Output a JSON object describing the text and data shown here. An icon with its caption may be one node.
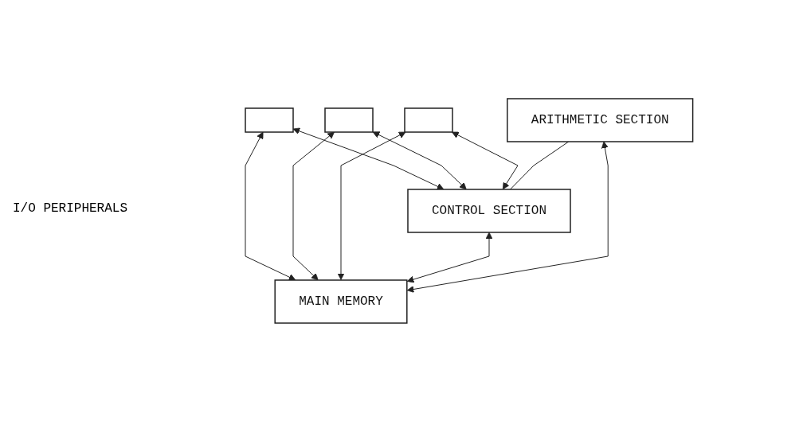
{
  "diagram": {
    "nodes": [
      {
        "text": [],
        "shape": "box"
      },
      {
        "text": [],
        "shape": "box"
      },
      {
        "text": [],
        "shape": "box"
      },
      {
        "text": [
          "MAIN MEMORY"
        ]
      },
      {
        "text": [
          "CONTROL SECTION"
        ]
      },
      {
        "text": [
          "ARITHMETIC SECTION"
        ]
      }
    ],
    "edges": [
      {
        "from": 4,
        "to": 0,
        "arrow": "both"
      },
      {
        "from": 4,
        "to": 1,
        "arrow": "both"
      },
      {
        "from": 4,
        "to": 2,
        "arrow": "both"
      },
      {
        "from": 3,
        "to": 0,
        "arrow": "both"
      },
      {
        "from": 3,
        "to": 1,
        "arrow": "both"
      },
      {
        "from": 3,
        "to": 2,
        "arrow": "both"
      },
      {
        "from": 3,
        "to": 4,
        "arrow": "both"
      },
      {
        "from": 3,
        "to": 5,
        "arrow": "both"
      },
      {
        "from": 4,
        "to": 5,
        "arrow": "none"
      }
    ],
    "labels": [
      "I/O PERIPHERALS"
    ]
  }
}
